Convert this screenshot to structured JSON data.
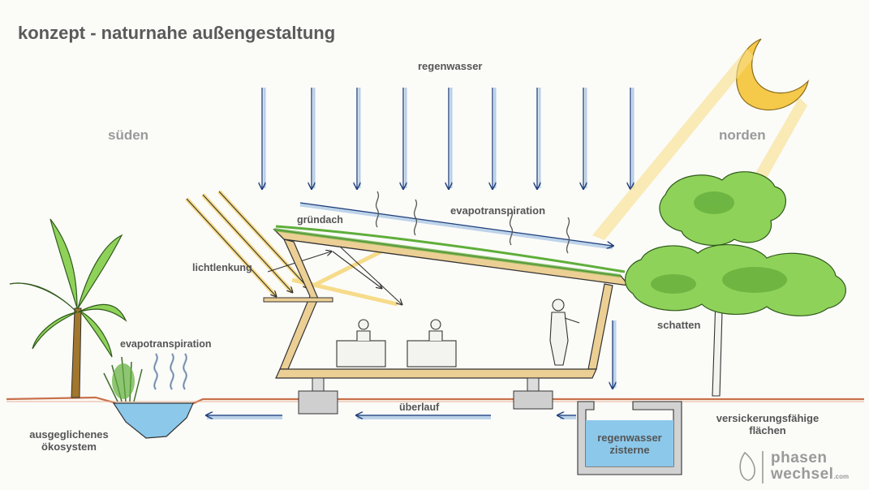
{
  "title": "konzept - naturnahe außengestaltung",
  "labels": {
    "regenwasser": "regenwasser",
    "sueden": "süden",
    "norden": "norden",
    "gruendach": "gründach",
    "evapotranspiration_roof": "evapotranspiration",
    "lichtlenkung": "lichtlenkung",
    "evapotranspiration_pond": "evapotranspiration",
    "schatten": "schatten",
    "ueberlauf": "überlauf",
    "oekosystem_line1": "ausgeglichenes",
    "oekosystem_line2": "ökosystem",
    "zisterne_line1": "regenwasser",
    "zisterne_line2": "zisterne",
    "versickerung_line1": "versickerungsfähige",
    "versickerung_line2": "flächen"
  },
  "logo": {
    "line1": "phasen",
    "line2": "wechsel",
    "suffix": ".com"
  },
  "colors": {
    "rain": "#3f78c8",
    "sun": "#f2c230",
    "roof_green": "#5fae3a",
    "tree_green": "#7fc944",
    "water": "#8cc8ea",
    "wood": "#e8c98a",
    "ground": "#c9704a"
  }
}
